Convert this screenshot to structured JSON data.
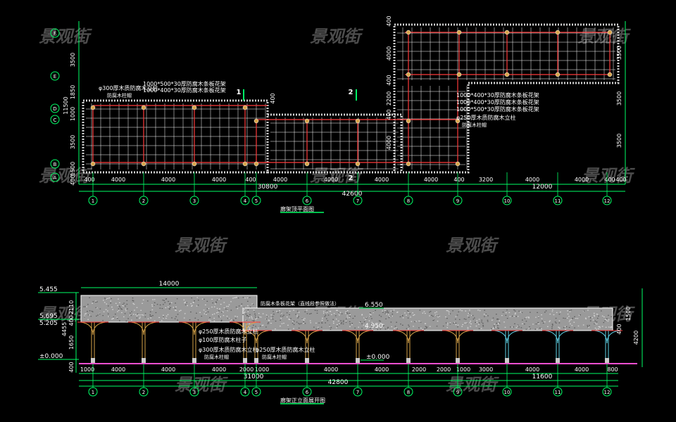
{
  "watermark": "景观街",
  "colors": {
    "background": "#000000",
    "grid_line": "#ffffff",
    "beam": "#ff3b3b",
    "axis": "#00ff66",
    "dimension": "#00ff66",
    "text": "#ffffff",
    "post": "#d9a54a",
    "post_teal": "#5fd3e8",
    "floor": "#ff4fd1",
    "roof_fill": "#9a9a9a"
  },
  "plan": {
    "title": "廊架顶平面图",
    "axes_numbers": [
      "1",
      "2",
      "3",
      "4",
      "5",
      "6",
      "7",
      "8",
      "9",
      "10",
      "11",
      "12"
    ],
    "axes_letters": [
      "F",
      "E",
      "D",
      "C",
      "B",
      "A"
    ],
    "bottom_dims": [
      "400",
      "4000",
      "4000",
      "4000",
      "400",
      "4000",
      "4000",
      "4000",
      "4000",
      "400",
      "3200",
      "4000",
      "4000",
      "400",
      "400"
    ],
    "overall_dims": [
      "30800",
      "12000",
      "42600"
    ],
    "left_dims": [
      "3500",
      "1850",
      "11500",
      "1000",
      "3500",
      "1500",
      "400"
    ],
    "right_dims": [
      "3500",
      "3500",
      "3500"
    ],
    "mid_dims": [
      "400",
      "4000",
      "400",
      "2200",
      "400",
      "4000",
      "400"
    ],
    "section_marks": [
      "1",
      "2",
      "2"
    ],
    "notes_left": [
      "φ300厚木质防腐木立柱",
      "防腐木柱帽",
      "1000*500*30厚防腐木条板花架",
      "1000*400*30厚防腐木条板花架"
    ],
    "notes_right": [
      "1000*400*30厚防腐木条板花架",
      "1000*400*30厚防腐木条板花架",
      "1000*500*30厚防腐木条板花架",
      "φ250厚木质防腐木立柱",
      "防腐木柱帽"
    ]
  },
  "elevation": {
    "title": "廊架正立面展开图",
    "levels": [
      "5.455",
      "5.695",
      "5.205",
      "±0.000",
      "6.550",
      "4.950",
      "±0.000"
    ],
    "top_dims": [
      "14000"
    ],
    "left_dims": [
      "2110",
      "400",
      "4455",
      "1650",
      "400"
    ],
    "right_dims": [
      "1500",
      "400",
      "4200"
    ],
    "bottom_dims": [
      "1000",
      "4000",
      "4000",
      "4000",
      "2000",
      "1000",
      "4000",
      "4000",
      "2000",
      "2000",
      "1000",
      "3000",
      "4000",
      "4000",
      "800"
    ],
    "overall_dims": [
      "31000",
      "11600",
      "42800"
    ],
    "notes": [
      "φ250厚木质防腐木立柱",
      "φ100厚防腐木柱子",
      "φ300厚木质防腐木立柱",
      "防腐木柱帽",
      "φ250厚木质防腐木立柱",
      "防腐木柱帽",
      "防腐木条板花架（直线段参照做法）"
    ]
  }
}
